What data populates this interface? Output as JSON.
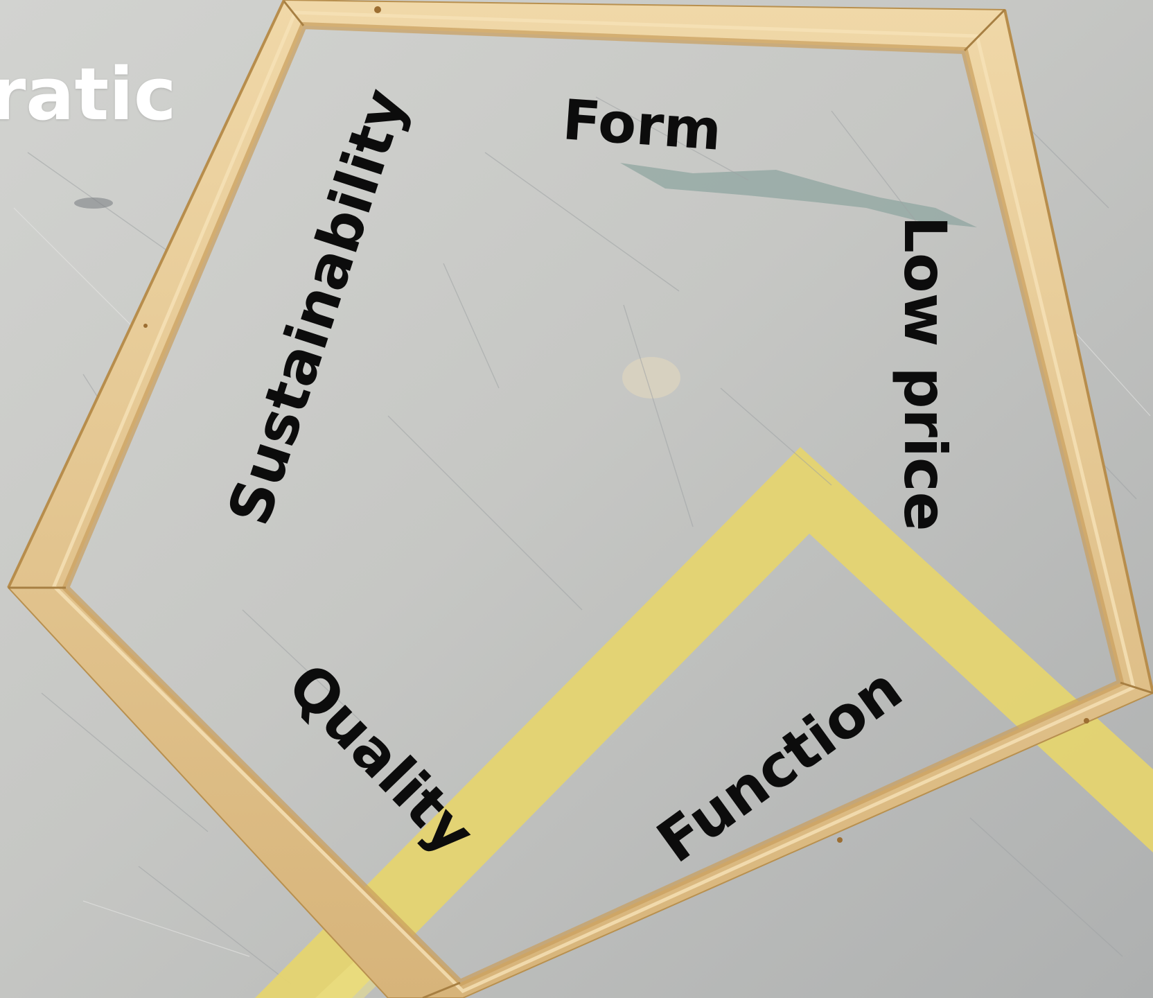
{
  "overlay": {
    "corner_word": "ratic",
    "qualities": {
      "form": "Form",
      "sustainability": "Sustainability",
      "low_price": "Low price",
      "quality": "Quality",
      "function": "Function"
    }
  },
  "colors": {
    "floor": "#c4c6c3",
    "wood_frame": "#e2c48f",
    "floor_tape": "#e9d76c",
    "label_text": "#0c0c0c",
    "corner_text": "#ffffff"
  }
}
